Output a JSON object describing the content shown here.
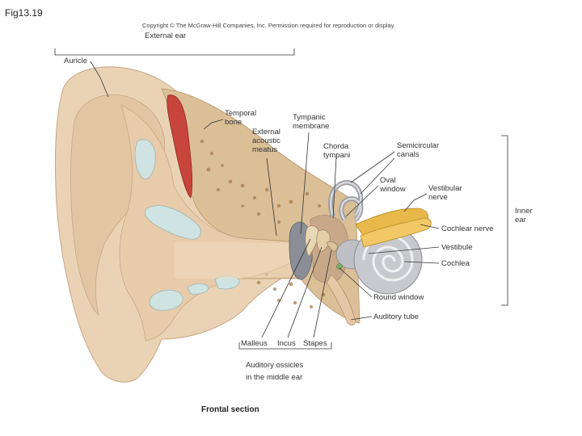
{
  "figure_id": "Fig13.19",
  "copyright": "Copyright © The McGraw-Hill Companies, Inc. Permission required for reproduction or display.",
  "labels": {
    "external_ear": "External ear",
    "auricle": "Auricle",
    "temporal_bone": "Temporal\nbone",
    "external_acoustic_meatus": "External\nacoustic\nmeatus",
    "tympanic_membrane": "Tympanic\nmembrane",
    "chorda_tympani": "Chorda\ntympani",
    "semicircular_canals": "Semicircular\ncanals",
    "oval_window": "Oval\nwindow",
    "vestibular_nerve": "Vestibular\nnerve",
    "inner_ear": "Inner\near",
    "cochlear_nerve": "Cochlear nerve",
    "vestibule": "Vestibule",
    "cochlea": "Cochlea",
    "round_window": "Round window",
    "auditory_tube": "Auditory tube",
    "malleus": "Malleus",
    "incus": "Incus",
    "stapes": "Stapes",
    "auditory_ossicles": "Auditory ossicles\nin the middle ear",
    "frontal_section": "Frontal section"
  }
}
